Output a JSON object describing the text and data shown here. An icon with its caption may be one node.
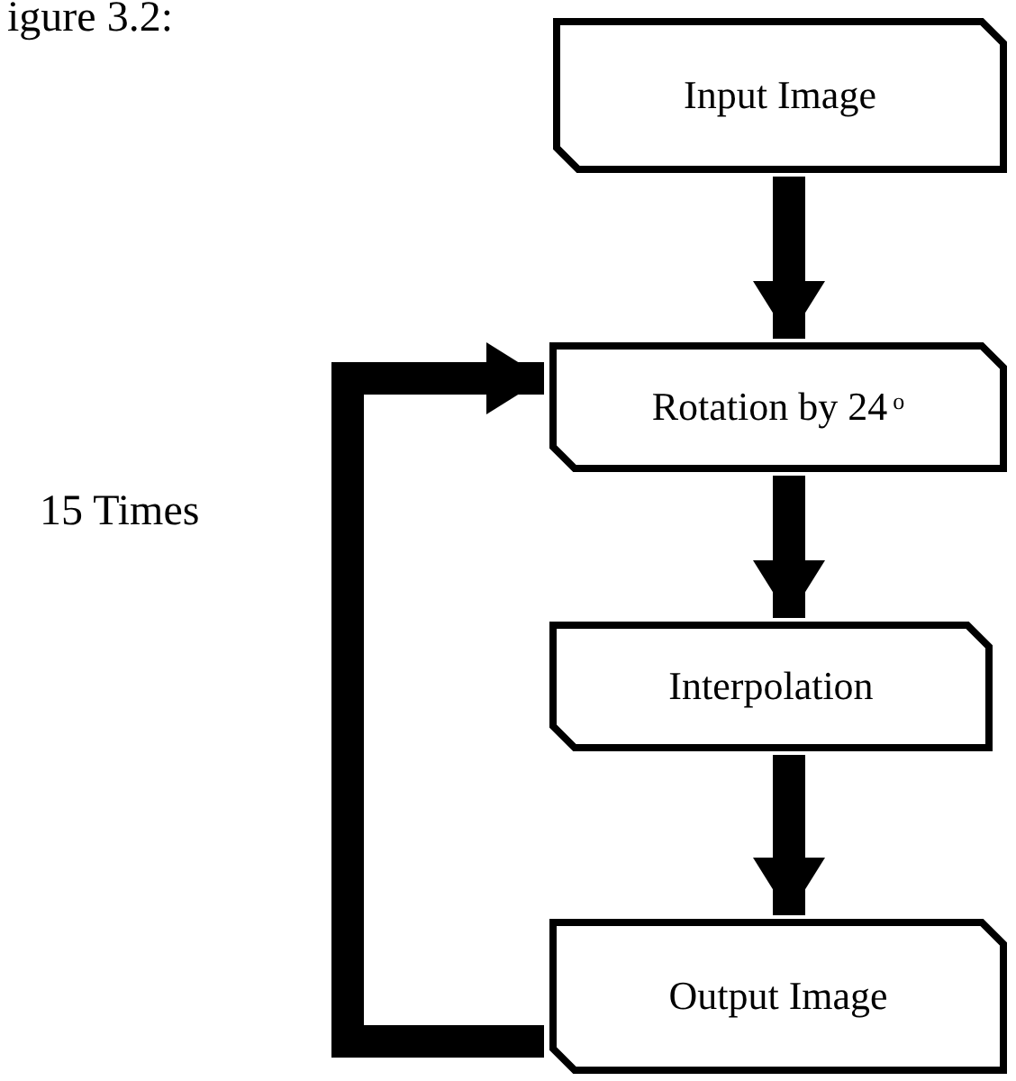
{
  "diagram": {
    "nodes": [
      {
        "text": [
          "Input Image"
        ]
      },
      {
        "text": [
          "Rotation by 24$^{o}$"
        ]
      },
      {
        "text": [
          "Interpolation"
        ]
      },
      {
        "text": [
          "Output Image"
        ]
      }
    ],
    "edges": [
      {
        "from": 0,
        "to": 1,
        "arrow": "to"
      },
      {
        "from": 1,
        "to": 2,
        "arrow": "to"
      },
      {
        "from": 2,
        "to": 3,
        "arrow": "to"
      },
      {
        "from": 3,
        "to": 1,
        "arrow": "to"
      }
    ],
    "labels": [
      "igure 3.2:",
      "15 Times"
    ]
  }
}
